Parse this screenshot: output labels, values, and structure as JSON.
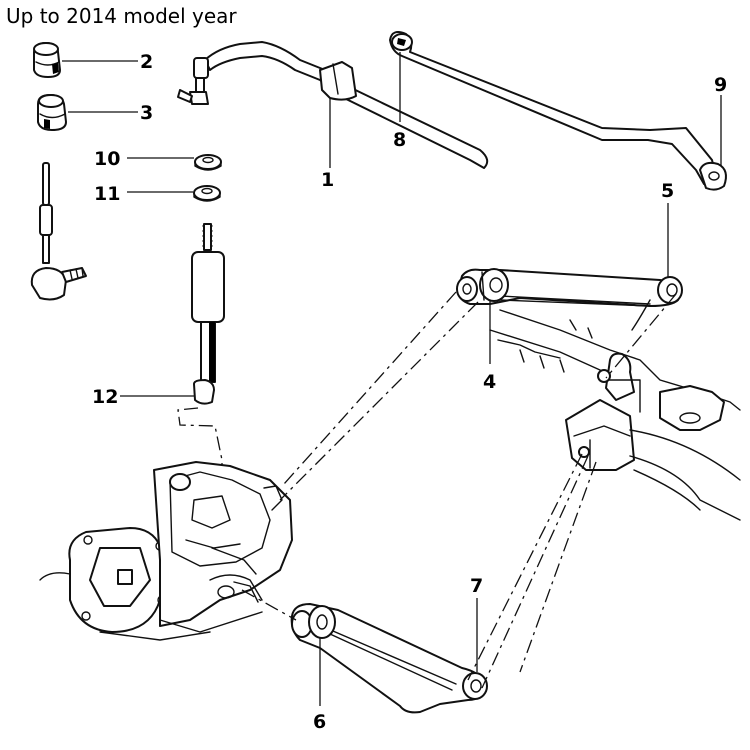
{
  "title": "Up to 2014 model year",
  "callouts": {
    "c1": "1",
    "c2": "2",
    "c3": "3",
    "c4": "4",
    "c5": "5",
    "c6": "6",
    "c7": "7",
    "c8": "8",
    "c9": "9",
    "c10": "10",
    "c11": "11",
    "c12": "12"
  }
}
